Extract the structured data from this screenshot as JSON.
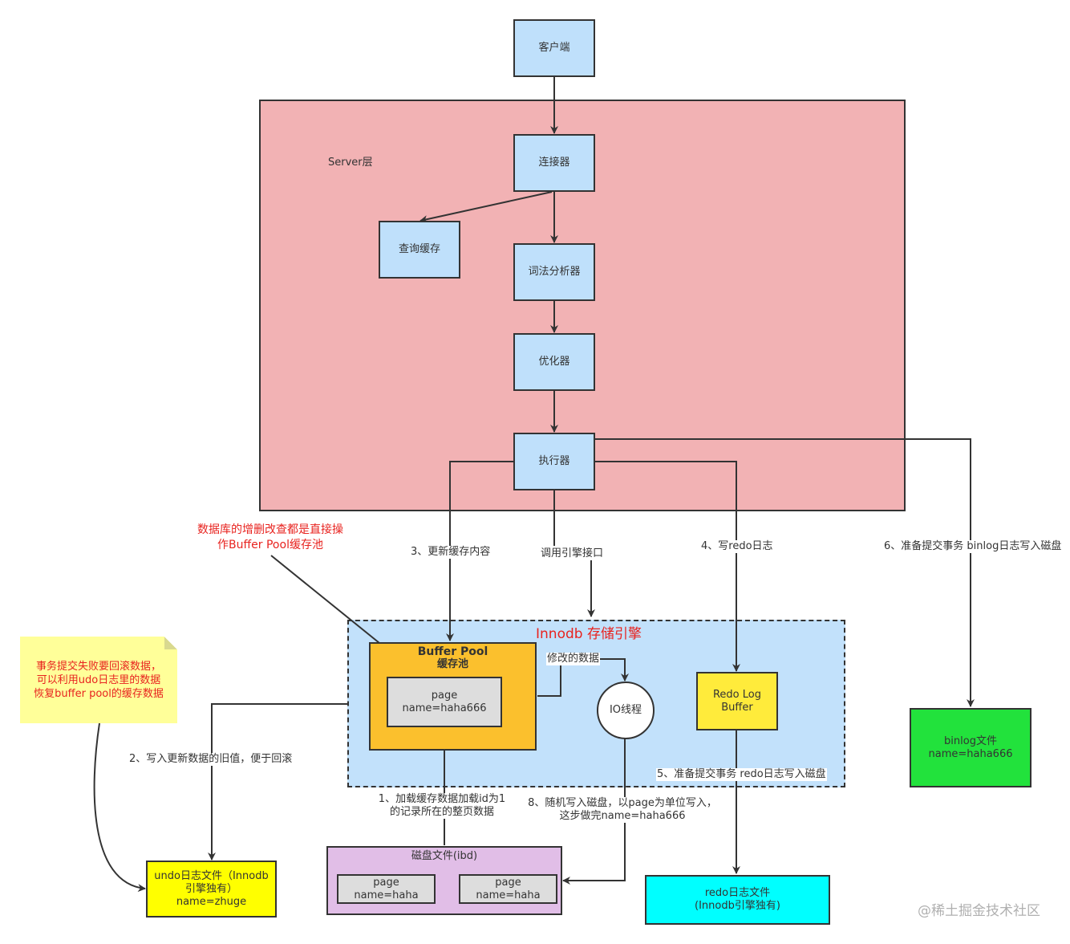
{
  "nodes": {
    "client": "客户端",
    "server_layer": "Server层",
    "connector": "连接器",
    "query_cache": "查询缓存",
    "lexer": "词法分析器",
    "optimizer": "优化器",
    "executor": "执行器",
    "innodb_title": "Innodb 存储引擎",
    "buffer_pool_title": "Buffer Pool",
    "buffer_pool_subtitle": "缓存池",
    "bp_page_line1": "page",
    "bp_page_line2": "name=haha666",
    "io_thread": "IO线程",
    "redo_buffer_line1": "Redo Log",
    "redo_buffer_line2": "Buffer",
    "binlog_line1": "binlog文件",
    "binlog_line2": "name=haha666",
    "undo_line1": "undo日志文件（Innodb",
    "undo_line2": "引擎独有）",
    "undo_line3": "name=zhuge",
    "disk_title": "磁盘文件(ibd)",
    "disk_page1_line1": "page",
    "disk_page1_line2": "name=haha",
    "disk_page2_line1": "page",
    "disk_page2_line2": "name=haha",
    "redo_file_line1": "redo日志文件",
    "redo_file_line2": "(Innodb引擎独有)"
  },
  "edges": {
    "step3": "3、更新缓存内容",
    "call_engine": "调用引擎接口",
    "step4": "4、写redo日志",
    "step6": "6、准备提交事务 binlog日志写入磁盘",
    "modified_data": "修改的数据",
    "step5": "5、准备提交事务 redo日志写入磁盘",
    "step2": "2、写入更新数据的旧值，便于回滚",
    "step1_line1": "1、加载缓存数据加载id为1",
    "step1_line2": "的记录所在的整页数据",
    "step8_line1": "8、随机写入磁盘，以page为单位写入，",
    "step8_line2": "这步做完name=haha666"
  },
  "annotations": {
    "crud_note_line1": "数据库的增删改查都是直接操",
    "crud_note_line2": "作Buffer Pool缓存池",
    "rollback_note_line1": "事务提交失败要回滚数据，",
    "rollback_note_line2": "可以利用udo日志里的数据",
    "rollback_note_line3": "恢复buffer pool的缓存数据"
  },
  "watermark": "@稀土掘金技术社区",
  "colors": {
    "process_box": "#bfe0fb",
    "server_region": "#f2b2b4",
    "innodb_region": "#c2e1fb",
    "buffer_pool": "#fbc02d",
    "redo_buffer": "#ffeb3b",
    "binlog_file": "#22e23c",
    "undo_file": "#ffff00",
    "disk_file": "#e1bee7",
    "redo_file": "#00ffff",
    "note": "#ffff99",
    "annotation_text": "#e8231f"
  }
}
